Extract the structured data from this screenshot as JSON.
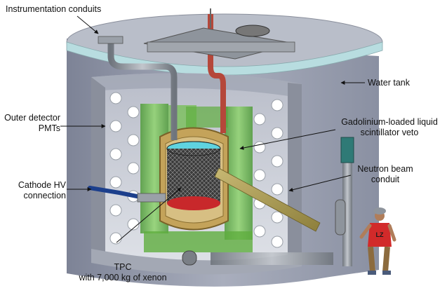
{
  "labels": {
    "instrumentation": {
      "lines": [
        "Instrumentation conduits"
      ]
    },
    "water_tank": {
      "lines": [
        "Water tank"
      ]
    },
    "outer_detector": {
      "lines": [
        "Outer detector",
        "PMTs"
      ]
    },
    "gadolinium": {
      "lines": [
        "Gadolinium-loaded liquid",
        "scintillator veto"
      ]
    },
    "neutron_beam": {
      "lines": [
        "Neutron beam",
        "conduit"
      ]
    },
    "cathode_hv": {
      "lines": [
        "Cathode HV",
        "connection"
      ]
    },
    "tpc": {
      "lines": [
        "TPC",
        "with 7,000 kg of xenon"
      ]
    }
  },
  "figure_badge": "LZ",
  "colors": {
    "tank_wall": "#9aa0b2",
    "tank_inner": "#c7cbd6",
    "water_band": "#b8dde0",
    "scintillator": "#6fbf4a",
    "cryostat": "#a38a45",
    "tpc_wire": "#222222",
    "tpc_red": "#c8282b",
    "conduit_red": "#b5473a",
    "pipe_gray": "#8e949c"
  }
}
